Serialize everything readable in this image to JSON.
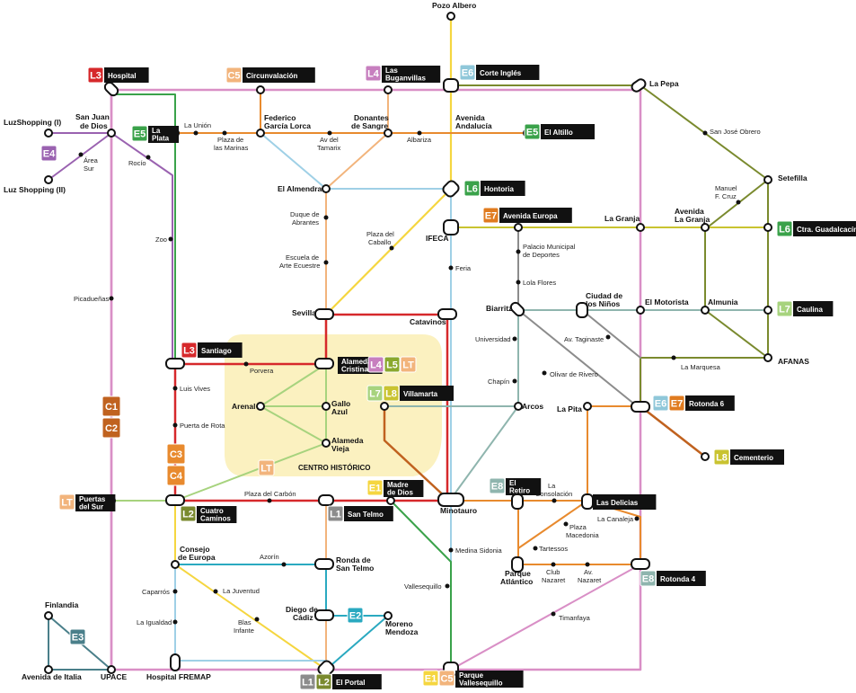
{
  "colors": {
    "pink": "#d98fc6",
    "green": "#3aa24a",
    "orange": "#e88a2e",
    "lightorange": "#f2b47c",
    "yellow": "#f5d640",
    "lightblue": "#9fd0e6",
    "red": "#d6282b",
    "olive": "#7a8a2e",
    "lightgreen": "#a7d37e",
    "purple": "#9a62b0",
    "teal": "#2aa9c0",
    "grayteal": "#8fb5ae",
    "darkorange": "#c0621f",
    "gray": "#8c8c8c",
    "darkteal": "#4a7f8a",
    "zone": "#fbf1c0"
  },
  "labels": {
    "pozo_albero": "Pozo Albero",
    "luzshopping_1": "LuzShopping (I)",
    "luzshopping_2": "Luz Shopping (II)",
    "san_juan": [
      "San Juan",
      "de Dios"
    ],
    "area_sur": [
      "Área",
      "Sur"
    ],
    "rocio": "Rocío",
    "la_union": "La Unión",
    "plaza_marinas": [
      "Plaza de",
      "las Marinas"
    ],
    "federico": [
      "Federico",
      "García Lorca"
    ],
    "av_tamarix": [
      "Av del",
      "Tamarix"
    ],
    "donantes": [
      "Donantes",
      "de Sangre"
    ],
    "albariza": "Albariza",
    "avenida_andalucia": [
      "Avenida",
      "Andalucía"
    ],
    "la_pepa": "La Pepa",
    "san_jose": "San José Obrero",
    "setefilla": "Setefilla",
    "manuel_cruz": [
      "Manuel",
      "F. Cruz"
    ],
    "el_almendral": "El Almendral",
    "duque": [
      "Duque de",
      "Abrantes"
    ],
    "plaza_caballo": [
      "Plaza del",
      "Caballo"
    ],
    "escuela": [
      "Escuela de",
      "Arte Ecuestre"
    ],
    "ifeca": "IFECA",
    "la_granja": "La Granja",
    "avenida_granja": [
      "Avenida",
      "La Granja"
    ],
    "palacio": [
      "Palacio Municipal",
      "de Deportes"
    ],
    "feria": "Feria",
    "lola_flores": "Lola Flores",
    "zoo": "Zoo",
    "picaduenas": "Picadueñas",
    "sevilla": "Sevilla",
    "catavinos": "Catavinos",
    "biarritz": "Biarritz",
    "ciudad_ninos": [
      "Ciudad de",
      "los Niños"
    ],
    "el_motorista": "El Motorista",
    "almunia": "Almunia",
    "universidad": "Universidad",
    "av_taginaste": "Av. Taginaste",
    "afanas": "AFANAS",
    "la_marquesa": "La Marquesa",
    "porvera": "Porvera",
    "luis_vives": "Luis Vives",
    "olivar": "Olivar de Rivero",
    "chapin": "Chapín",
    "arenal": "Arenal",
    "gallo_azul": [
      "Gallo",
      "Azul"
    ],
    "arcos": "Arcos",
    "la_pita": "La Pita",
    "puerta_rota": "Puerta de Rota",
    "alameda_vieja": [
      "Alameda",
      "Vieja"
    ],
    "centro": "CENTRO HISTÓRICO",
    "plaza_carbon": "Plaza del Carbón",
    "minotauro": "Minotauro",
    "la_consolacion": [
      "La",
      "Consolación"
    ],
    "plaza_macedonia": [
      "Plaza",
      "Macedonia"
    ],
    "la_canaleja": "La Canaleja",
    "tartessos": "Tartessos",
    "consejo": [
      "Consejo",
      "de Europa"
    ],
    "azorin": "Azorín",
    "ronda_san_telmo": [
      "Ronda de",
      "San Telmo"
    ],
    "medina": "Medina Sidonia",
    "parque_atlantico": [
      "Parque",
      "Atlántico"
    ],
    "club_nazaret": [
      "Club",
      "Nazaret"
    ],
    "av_nazaret": [
      "Av.",
      "Nazaret"
    ],
    "capparros": "Caparrós",
    "la_juventud": "La Juventud",
    "la_igualdad": "La Igualdad",
    "blas_infante": [
      "Blas",
      "Infante"
    ],
    "diego_cadiz": [
      "Diego de",
      "Cádiz"
    ],
    "moreno_mendoza": [
      "Moreno",
      "Mendoza"
    ],
    "vallesequillo": "Vallesequillo",
    "timanfaya": "Timanfaya",
    "finlandia": "Finlandia",
    "avenida_italia": "Avenida de Italia",
    "upace": "UPACE",
    "hospital_fremap": "Hospital FREMAP"
  },
  "badges": {
    "hospital": {
      "codes": [
        "L3"
      ],
      "name": [
        "Hospital"
      ]
    },
    "circunvalacion": {
      "codes": [
        "C5"
      ],
      "name": [
        "Circunvalación"
      ]
    },
    "buganvillas": {
      "codes": [
        "L4"
      ],
      "name": [
        "Las",
        "Buganvillas"
      ]
    },
    "corte_ingles": {
      "codes": [
        "E6"
      ],
      "name": [
        "Corte Inglés"
      ]
    },
    "la_plata": {
      "codes": [
        "E5"
      ],
      "name": [
        "La",
        "Plata"
      ]
    },
    "el_altillo": {
      "codes": [
        "E5"
      ],
      "name": [
        "El Altillo"
      ]
    },
    "hontoria": {
      "codes": [
        "L6"
      ],
      "name": [
        "Hontoria"
      ]
    },
    "avenida_europa": {
      "codes": [
        "E7"
      ],
      "name": [
        "Avenida Europa"
      ]
    },
    "ctra_guadalcacin": {
      "codes": [
        "L6"
      ],
      "name": [
        "Ctra. Guadalcacín"
      ]
    },
    "caulina": {
      "codes": [
        "L7"
      ],
      "name": [
        "Caulina"
      ]
    },
    "santiago": {
      "codes": [
        "L3"
      ],
      "name": [
        "Santiago"
      ]
    },
    "alameda_cristina": {
      "codes": [],
      "name": [
        "Alameda",
        "Cristina"
      ]
    },
    "alameda_lines": {
      "codes": [
        "L4",
        "L5",
        "LT"
      ],
      "name": []
    },
    "villamarta": {
      "codes": [
        "L7",
        "L8"
      ],
      "name": [
        "Villamarta"
      ]
    },
    "rotonda6": {
      "codes": [
        "E6",
        "E7"
      ],
      "name": [
        "Rotonda 6"
      ]
    },
    "cementerio": {
      "codes": [
        "L8"
      ],
      "name": [
        "Cementerio"
      ]
    },
    "puertas_sur": {
      "codes": [
        "LT"
      ],
      "name": [
        "Puertas",
        "del Sur"
      ]
    },
    "cuatro_caminos": {
      "codes": [
        "L2"
      ],
      "name": [
        "Cuatro",
        "Caminos"
      ]
    },
    "san_telmo": {
      "codes": [
        "L1"
      ],
      "name": [
        "San Telmo"
      ]
    },
    "madre_dios": {
      "codes": [
        "E1"
      ],
      "name": [
        "Madre",
        "de Dios"
      ]
    },
    "el_retiro": {
      "codes": [
        "E8"
      ],
      "name": [
        "El",
        "Retiro"
      ]
    },
    "las_delicias": {
      "codes": [],
      "name": [
        "Las Delicias"
      ]
    },
    "rotonda4": {
      "codes": [
        "E8"
      ],
      "name": [
        "Rotonda 4"
      ]
    },
    "el_portal": {
      "codes": [
        "L1",
        "L2"
      ],
      "name": [
        "El Portal"
      ]
    },
    "parque_vallesequillo": {
      "codes": [
        "E1",
        "C5"
      ],
      "name": [
        "Parque",
        "Vallesequillo"
      ]
    },
    "e4": {
      "codes": [
        "E4"
      ],
      "name": []
    },
    "e3": {
      "codes": [
        "E3"
      ],
      "name": []
    },
    "e2": {
      "codes": [
        "E2"
      ],
      "name": []
    },
    "lt_center": {
      "codes": [
        "LT"
      ],
      "name": []
    },
    "c1": {
      "codes": [
        "C1"
      ],
      "name": []
    },
    "c2": {
      "codes": [
        "C2"
      ],
      "name": []
    },
    "c3": {
      "codes": [
        "C3"
      ],
      "name": []
    },
    "c4": {
      "codes": [
        "C4"
      ],
      "name": []
    }
  },
  "line_colors": {
    "L1": "#8c8c8c",
    "L2": "#7a8a2e",
    "L3": "#d6282b",
    "L4": "#c77fbf",
    "L5": "#8aa82e",
    "L6": "#3aa24a",
    "L7": "#a7d37e",
    "L8": "#c9c330",
    "LT": "#f2b47c",
    "C1": "#c0621f",
    "C2": "#c0621f",
    "C3": "#e88a2e",
    "C4": "#e88a2e",
    "C5": "#f2b47c",
    "E1": "#f5d640",
    "E2": "#2aa9c0",
    "E3": "#4a7f8a",
    "E4": "#9a62b0",
    "E5": "#3aa24a",
    "E6": "#8fc7d9",
    "E7": "#e07b1f",
    "E8": "#8fb5ae"
  }
}
